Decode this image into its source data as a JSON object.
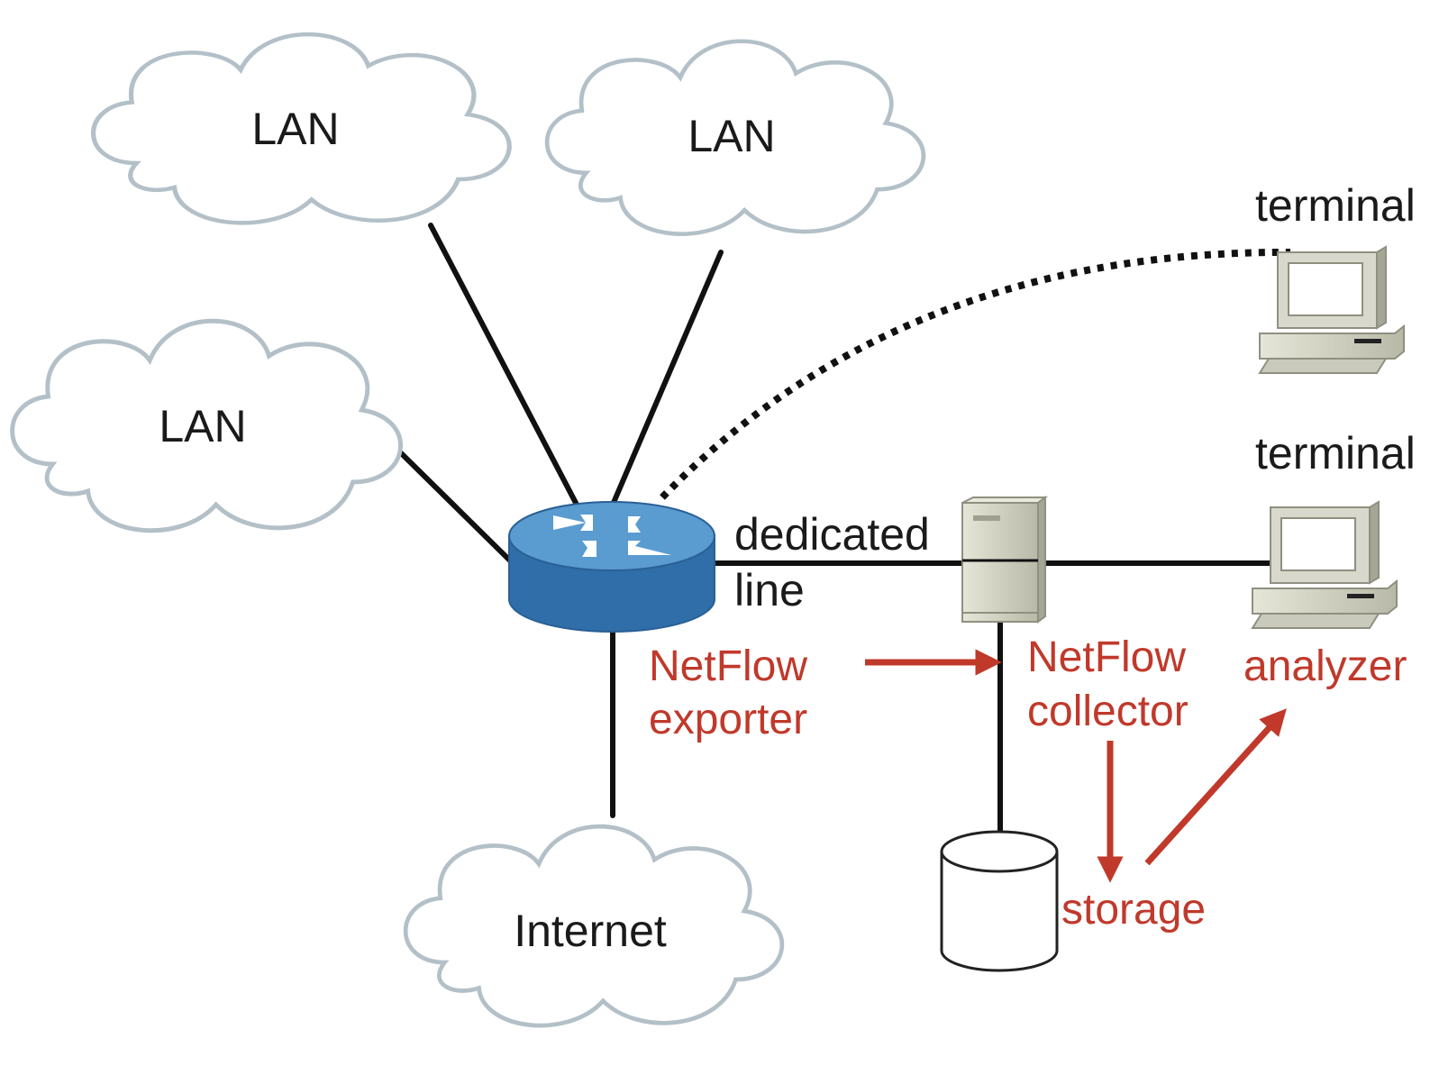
{
  "nodes": {
    "lan_top_left": "LAN",
    "lan_top_center": "LAN",
    "lan_left": "LAN",
    "internet": "Internet",
    "terminal_top": "terminal",
    "terminal_bottom": "terminal"
  },
  "links": {
    "dedicated_line_1": "dedicated",
    "dedicated_line_2": "line"
  },
  "netflow": {
    "exporter_1": "NetFlow",
    "exporter_2": "exporter",
    "collector_1": "NetFlow",
    "collector_2": "collector",
    "analyzer": "analyzer",
    "storage": "storage"
  },
  "colors": {
    "netflow_accent": "#c0392b",
    "router_blue": "#3d7ab4",
    "cloud_outline": "#b3c0c8",
    "device_beige": "#cfd0c0"
  }
}
